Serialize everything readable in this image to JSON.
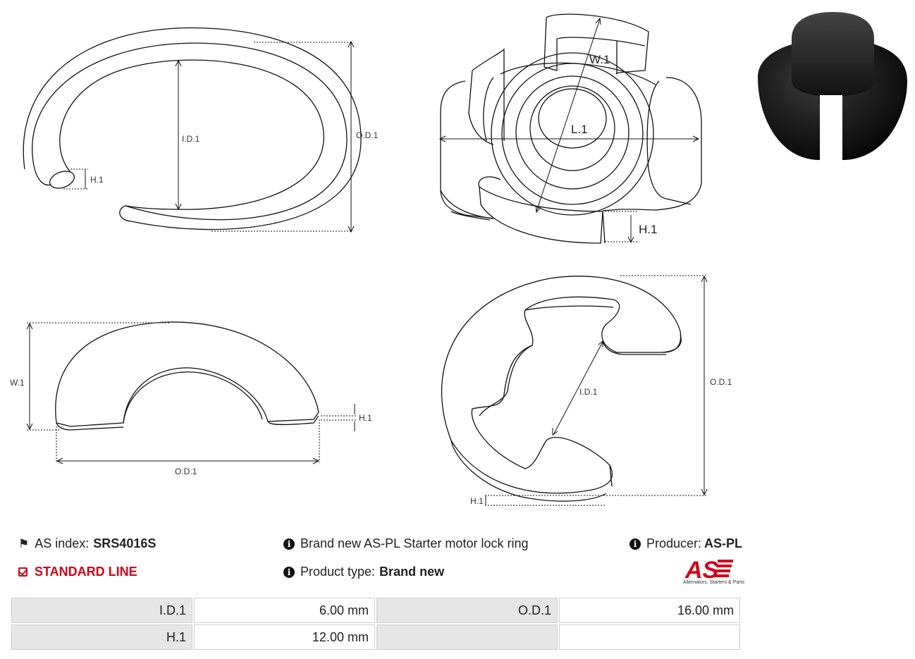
{
  "drawings": {
    "ring": {
      "id_label": "I.D.1",
      "od_label": "O.D.1",
      "h_label": "H.1"
    },
    "lock": {
      "w_label": "W.1",
      "l_label": "L.1",
      "h_label": "H.1"
    },
    "profile": {
      "w_label": "W.1",
      "h_label": "H.1",
      "od_label": "O.D.1"
    },
    "clip": {
      "id_label": "I.D.1",
      "od_label": "O.D.1",
      "h_label": "H.1"
    }
  },
  "product": {
    "index_label": "AS index:",
    "index_value": "SRS4016S",
    "line": "STANDARD LINE",
    "description": "Brand new AS-PL Starter motor lock ring",
    "type_label": "Product type:",
    "type_value": "Brand new",
    "producer_label": "Producer:",
    "producer_value": "AS-PL"
  },
  "logo": {
    "text": "AS",
    "subtitle": "Alternators, Starters & Parts",
    "color": "#d0021b"
  },
  "specs": [
    {
      "k1": "I.D.1",
      "v1": "6.00 mm",
      "k2": "O.D.1",
      "v2": "16.00 mm"
    },
    {
      "k1": "H.1",
      "v1": "12.00 mm",
      "k2": "",
      "v2": ""
    }
  ]
}
